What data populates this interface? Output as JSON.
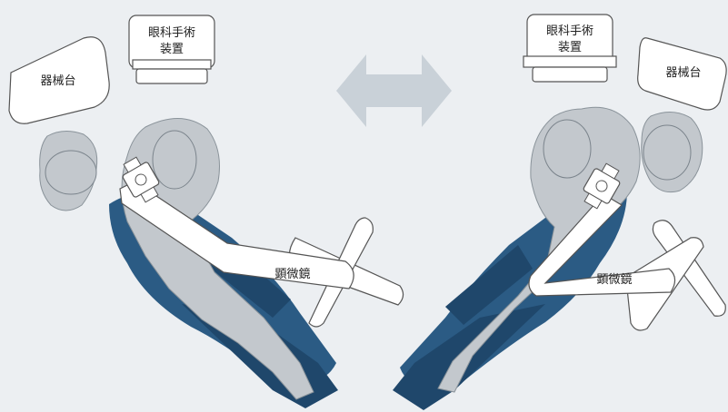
{
  "left": {
    "instrument_table": "器械台",
    "eye_device_line1": "眼科手術",
    "eye_device_line2": "装置",
    "microscope": "顕微鏡"
  },
  "right": {
    "instrument_table": "器械台",
    "eye_device_line1": "眼科手術",
    "eye_device_line2": "装置",
    "microscope": "顕微鏡"
  },
  "colors": {
    "background": "#eceff2",
    "chair": "#2b5b84",
    "chair_dark": "#1f476b",
    "patient": "#c3c8cd",
    "outline": "#7b848c",
    "arrow": "#c9d1d8",
    "box_fill": "#ffffff"
  },
  "icons": [
    "double-arrow-icon"
  ]
}
